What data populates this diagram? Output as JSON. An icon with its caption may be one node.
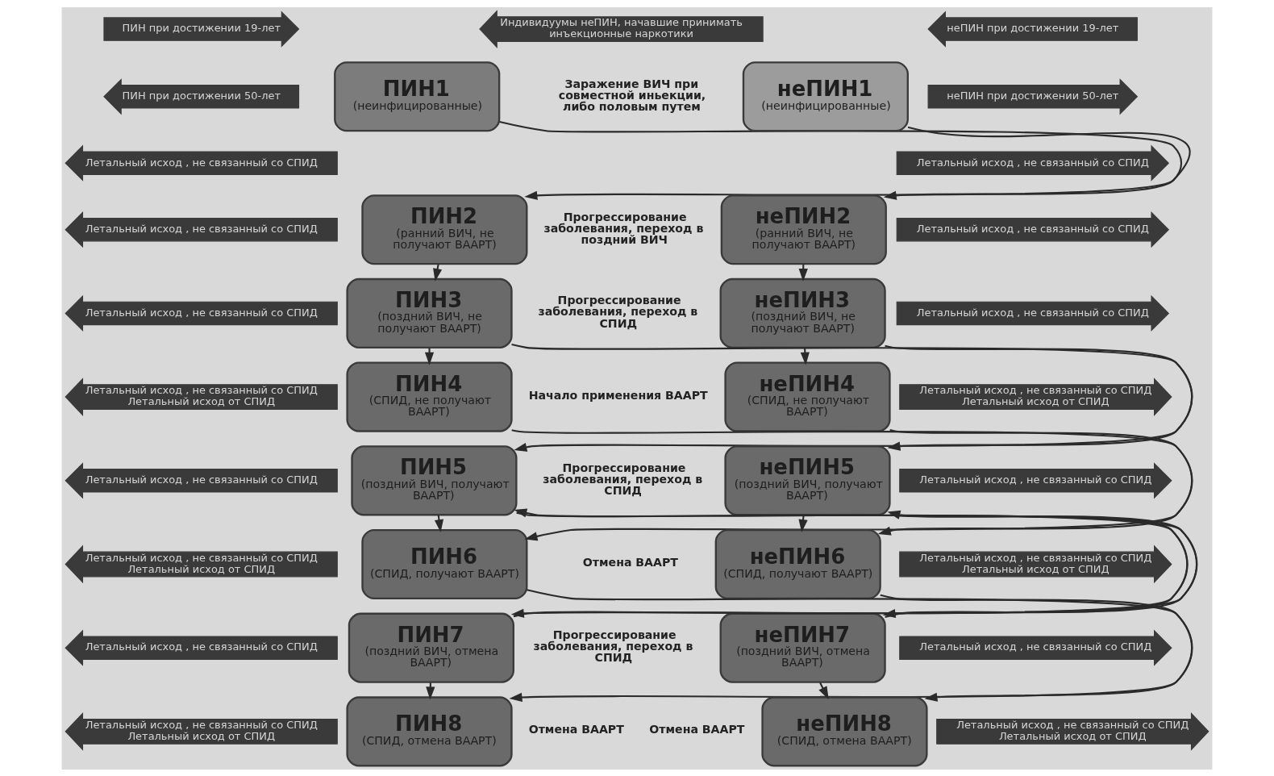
{
  "diagram": {
    "nodes": [
      {
        "text": [
          "ПИН при достижении 19-лет"
        ]
      },
      {
        "text": [
          "ПИН1",
          "(неинфицированные)"
        ]
      },
      {
        "text": [
          "Индивидуумы неПИН, начавшие принимать инъекционные наркотики"
        ]
      },
      {
        "text": [
          "неПИН1",
          "(неинфицированные)"
        ]
      },
      {
        "text": [
          "неПИН при достижении 19-лет"
        ]
      },
      {
        "text": [
          "ПИН при достижении 50-лет"
        ]
      },
      {
        "text": [
          "неПИН при достижении 50-лет"
        ]
      },
      {
        "text": [
          "Летальный исход , не связанный со СПИД"
        ]
      },
      {
        "text": [
          "Летальный исход , не связанный со СПИД"
        ]
      },
      {
        "text": [
          "Летальный исход , не связанный со СПИД"
        ]
      },
      {
        "text": [
          "ПИН2",
          "(ранний ВИЧ, не получают ВААРТ)"
        ]
      },
      {
        "text": [
          "неПИН2",
          "(ранний ВИЧ, не получают ВААРТ)"
        ]
      },
      {
        "text": [
          "Летальный исход , не связанный со СПИД"
        ]
      },
      {
        "text": [
          "Летальный исход , не связанный со СПИД"
        ]
      },
      {
        "text": [
          "ПИН3",
          "(поздний ВИЧ, не получают ВААРТ)"
        ]
      },
      {
        "text": [
          "неПИН3",
          "(поздний ВИЧ, не получают ВААРТ)"
        ]
      },
      {
        "text": [
          "Летальный исход , не связанный со СПИД"
        ]
      },
      {
        "text": [
          "Летальный исход , не связанный со СПИД",
          "Летальный исход от СПИД"
        ]
      },
      {
        "text": [
          "ПИН4",
          "(СПИД, не получают ВААРТ)"
        ]
      },
      {
        "text": [
          "неПИН4",
          "(СПИД, не получают ВААРТ)"
        ]
      },
      {
        "text": [
          "Летальный исход , не связанный со СПИД",
          "Летальный исход от СПИД"
        ]
      },
      {
        "text": [
          "Летальный исход , не связанный со СПИД"
        ]
      },
      {
        "text": [
          "ПИН5",
          "(поздний ВИЧ, получают ВААРТ)"
        ]
      },
      {
        "text": [
          "неПИН5",
          "(поздний ВИЧ, получают ВААРТ)"
        ]
      },
      {
        "text": [
          "Летальный исход , не связанный со СПИД"
        ]
      },
      {
        "text": [
          "Летальный исход , не связанный со СПИД",
          "Летальный исход от СПИД"
        ]
      },
      {
        "text": [
          "ПИН6",
          "(СПИД, получают ВААРТ)"
        ]
      },
      {
        "text": [
          "неПИН6",
          "(СПИД, получают ВААРТ)"
        ]
      },
      {
        "text": [
          "Летальный исход , не связанный со СПИД",
          "Летальный исход от СПИД"
        ]
      },
      {
        "text": [
          "Летальный исход , не связанный со СПИД"
        ]
      },
      {
        "text": [
          "ПИН7",
          "(поздний ВИЧ, отмена ВААРТ)"
        ]
      },
      {
        "text": [
          "неПИН7",
          "(поздний ВИЧ, отмена ВААРТ)"
        ]
      },
      {
        "text": [
          "Летальный исход , не связанный со СПИД"
        ]
      },
      {
        "text": [
          "Летальный исход , не связанный со СПИД",
          "Летальный исход от СПИД"
        ]
      },
      {
        "text": [
          "ПИН8",
          "(СПИД, отмена ВААРТ)"
        ]
      },
      {
        "text": [
          "неПИН8",
          "(СПИД, отмена ВААРТ)"
        ]
      },
      {
        "text": [
          "Летальный исход , не связанный со СПИД",
          "Летальный исход от СПИД"
        ]
      }
    ],
    "edges": [
      {
        "from": 1,
        "to": 10,
        "arrow": "to"
      },
      {
        "from": 10,
        "to": 14,
        "arrow": "to"
      },
      {
        "from": 14,
        "to": 18,
        "arrow": "to"
      },
      {
        "from": 14,
        "to": 22,
        "arrow": "to"
      },
      {
        "from": 30,
        "to": 22,
        "arrow": "to"
      },
      {
        "from": 18,
        "to": 26,
        "arrow": "to"
      },
      {
        "from": 22,
        "to": 26,
        "arrow": "to"
      },
      {
        "from": 22,
        "to": 30,
        "arrow": "to"
      },
      {
        "from": 26,
        "to": 34,
        "arrow": "to"
      },
      {
        "from": 30,
        "to": 34,
        "arrow": "to"
      },
      {
        "from": 3,
        "to": 11,
        "arrow": "to"
      },
      {
        "from": 11,
        "to": 15,
        "arrow": "to"
      },
      {
        "from": 15,
        "to": 19,
        "arrow": "to"
      },
      {
        "from": 15,
        "to": 23,
        "arrow": "to"
      },
      {
        "from": 31,
        "to": 23,
        "arrow": "to"
      },
      {
        "from": 19,
        "to": 27,
        "arrow": "to"
      },
      {
        "from": 23,
        "to": 27,
        "arrow": "to"
      },
      {
        "from": 23,
        "to": 31,
        "arrow": "to"
      },
      {
        "from": 27,
        "to": 35,
        "arrow": "to"
      },
      {
        "from": 31,
        "to": 35,
        "arrow": "to"
      }
    ],
    "labels": [
      "Заражение ВИЧ при совместной иньекции, либо половым путем",
      "Прогрессирование заболевания, переход в поздний ВИЧ",
      "Прогрессирование заболевания, переход в СПИД",
      "Начало применения ВААРТ",
      "Прогрессирование заболевания, переход в СПИД",
      "Отмена ВААРТ",
      "Прогрессирование заболевания, переход в СПИД",
      "Отмена ВААРТ",
      "Отмена ВААРТ"
    ]
  }
}
